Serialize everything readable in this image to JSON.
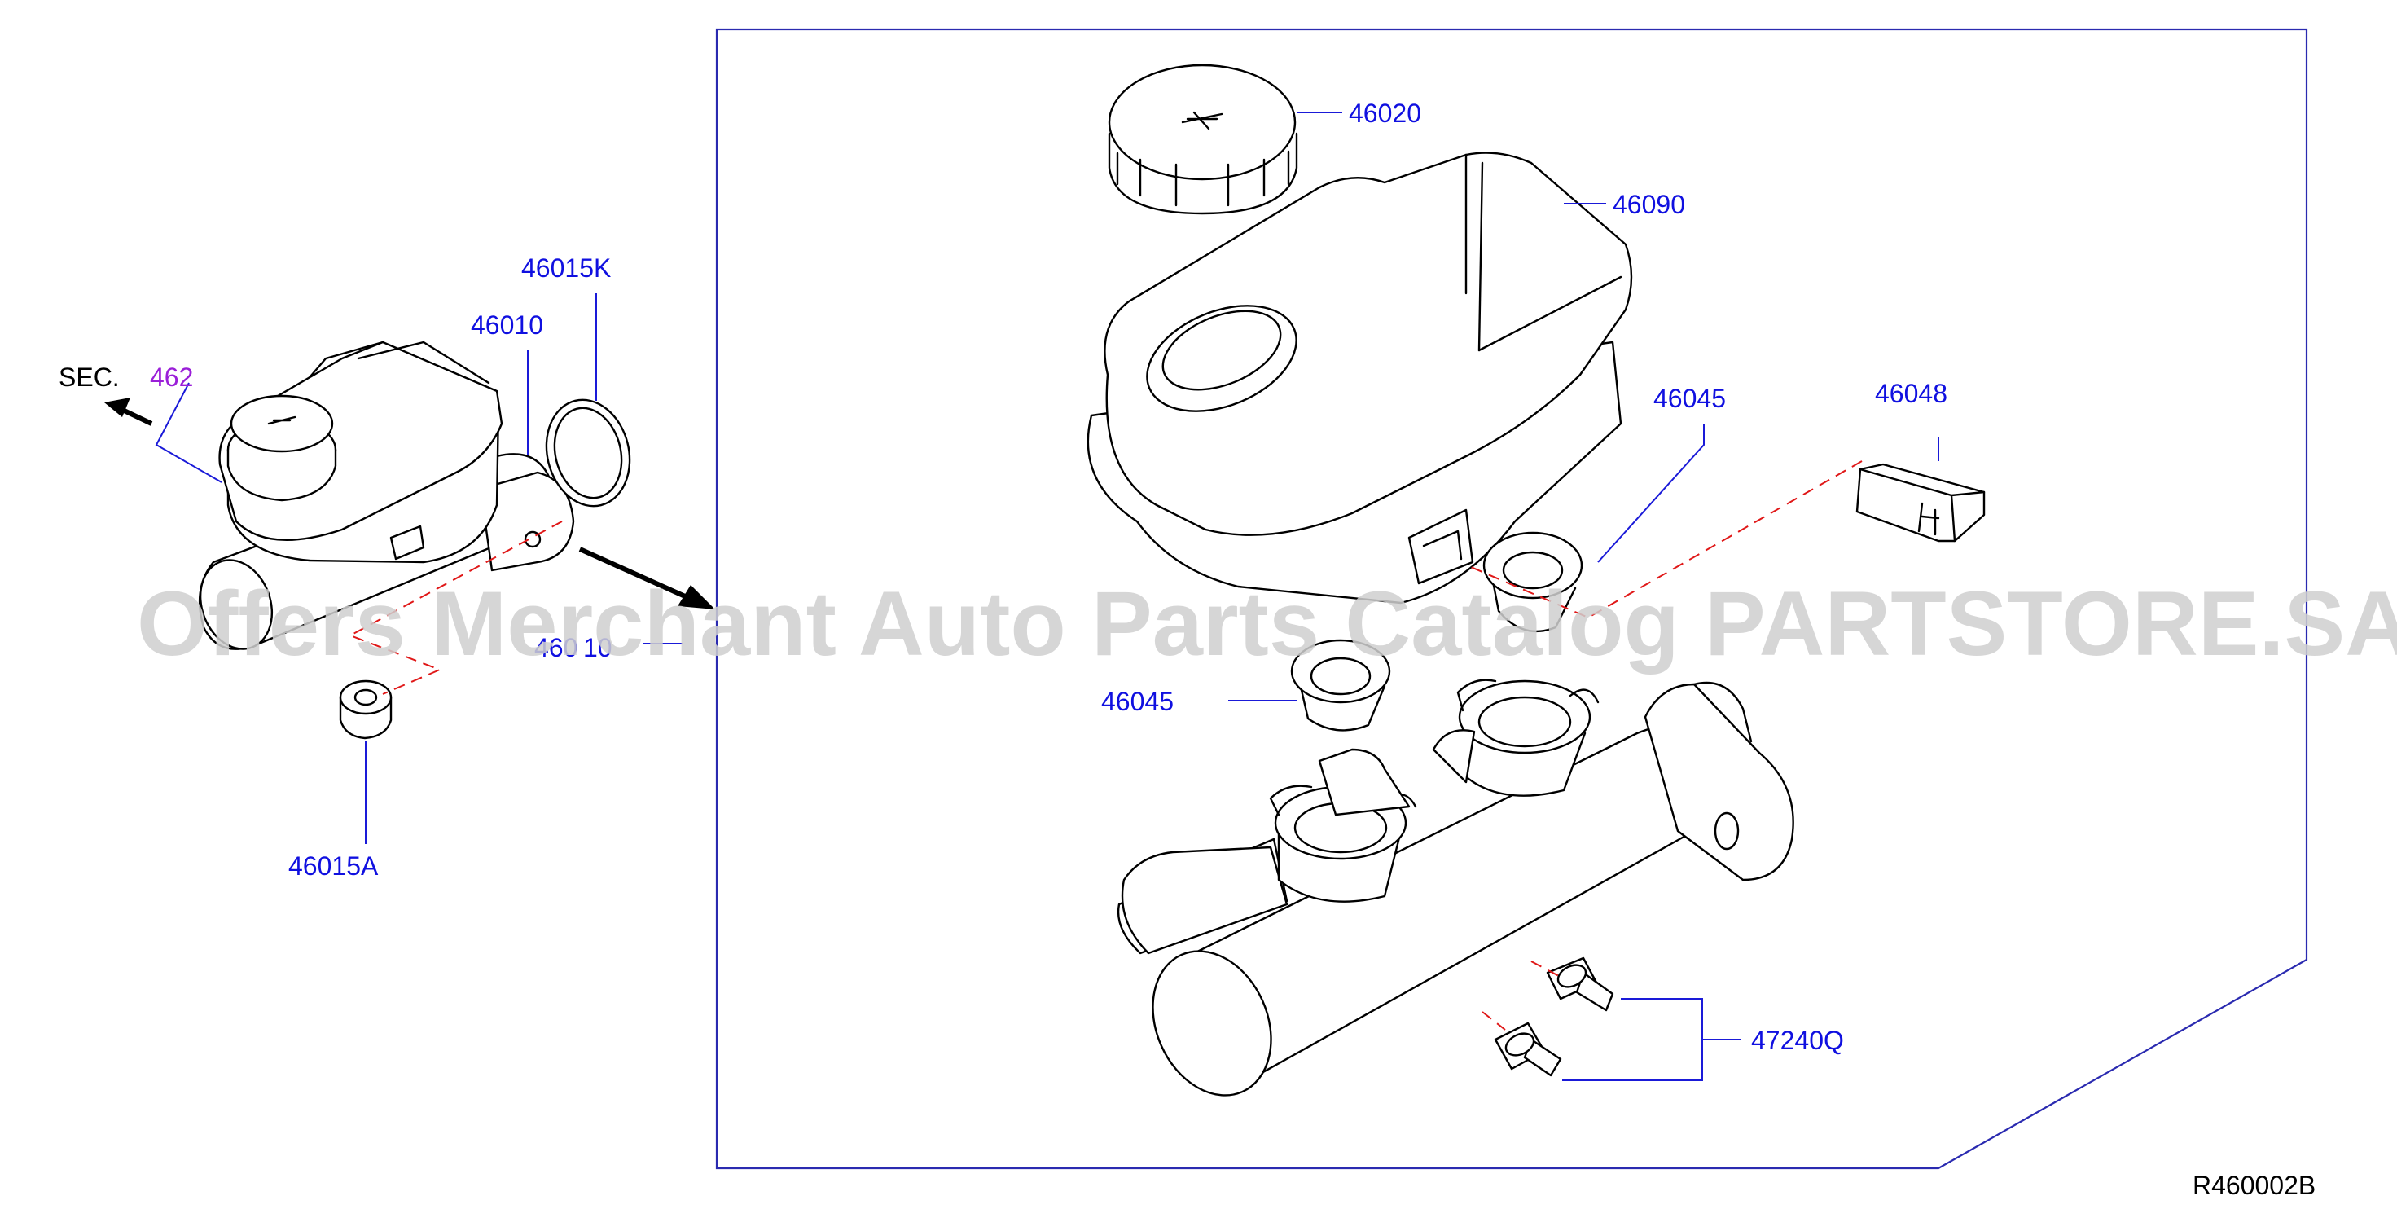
{
  "diagram": {
    "reference_code": "R460002B",
    "watermark": "Offers Merchant Auto Parts Catalog PARTSTORE.SA",
    "section_ref": {
      "prefix": "SEC.",
      "number": "462"
    },
    "labels": {
      "cap": "46020",
      "reservoir": "46090",
      "grommet_upper": "46045",
      "grommet_lower": "46045",
      "sensor": "46048",
      "bleeder": "47240Q",
      "assembly": "46010",
      "o_ring": "46015K",
      "nut": "46015A",
      "cylinder_partial": "460",
      "cylinder_partial_tail": "10"
    }
  }
}
